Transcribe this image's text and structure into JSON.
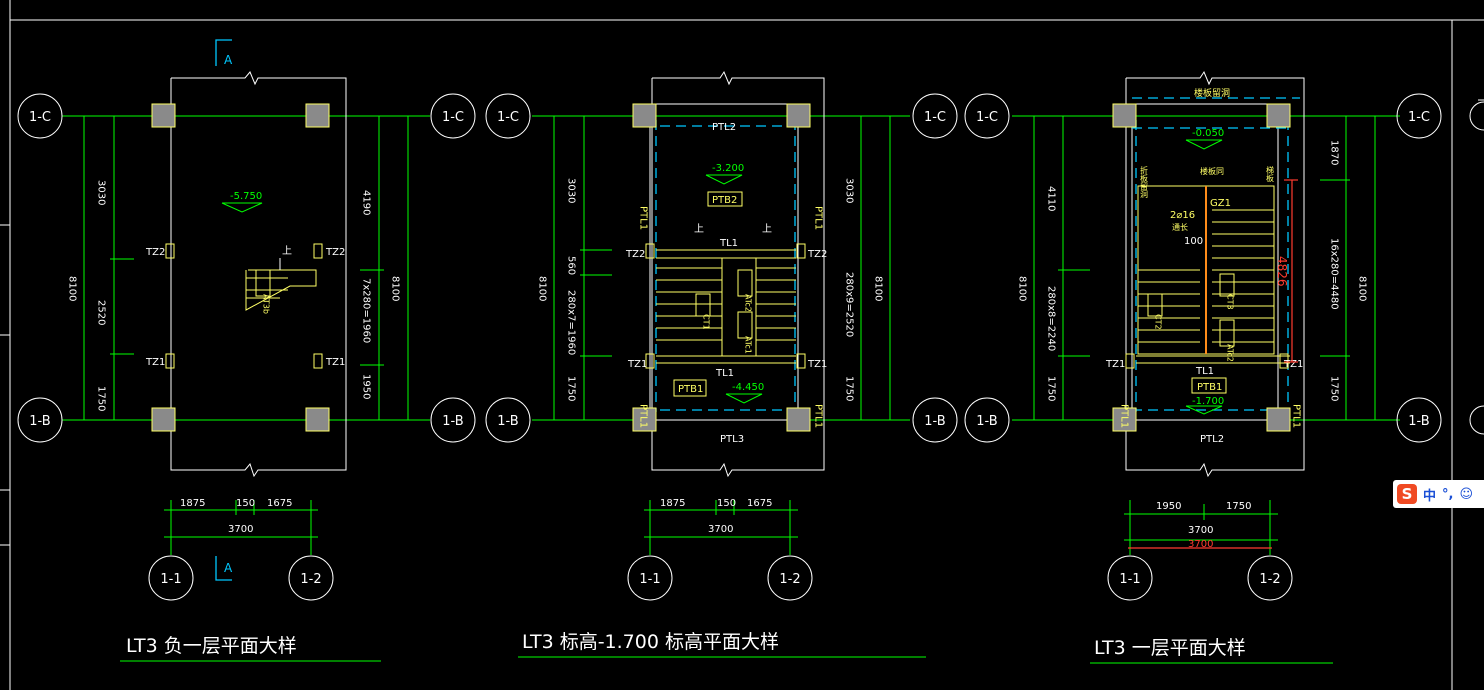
{
  "grid_labels": {
    "c": "1-C",
    "b": "1-B",
    "c1": "1-1",
    "c2": "1-2"
  },
  "section_mark": "A",
  "plan1": {
    "title": "LT3 负一层平面大样",
    "level": "-5.750",
    "stair_label": "AT3b",
    "up": "上",
    "tz2": "TZ2",
    "tz1": "TZ1",
    "dim_left": [
      "3030",
      "2520",
      "1750"
    ],
    "dim_total": "8100",
    "dim_right": [
      "4190",
      "7x280=1960",
      "1950"
    ],
    "dim_bottom": [
      "1875",
      "150",
      "1675"
    ],
    "dim_bottom_total": "3700"
  },
  "plan2": {
    "title": "LT3 标高-1.700 标高平面大样",
    "ptl2": "PTL2",
    "ptl1": "PTL1",
    "ptl3": "PTL3",
    "level_top": "-3.200",
    "ptb2": "PTB2",
    "tl1": "TL1",
    "up": "上",
    "tz2": "TZ2",
    "tz1": "TZ1",
    "ct1": "CT1",
    "atc2": "ATc2",
    "atc1": "ATc1",
    "ptb1": "PTB1",
    "level_bottom": "-4.450",
    "dim_left": [
      "3030",
      "560",
      "280x7=1960",
      "1750"
    ],
    "dim_total": "8100",
    "dim_right": [
      "3030",
      "280x9=2520",
      "1750"
    ],
    "dim_bottom": [
      "1875",
      "150",
      "1675"
    ],
    "dim_bottom_total": "3700"
  },
  "plan3": {
    "title": "LT3 一层平面大样",
    "level_top": "-0.050",
    "tag_top": "楼板留洞",
    "tag_side": "折板留洞",
    "tag_side2": "梯板",
    "tag_mid": "楼板同",
    "gz1": "GZ1",
    "rebar": "2⌀16",
    "rebar_note": "通长",
    "v100": "100",
    "ct2": "CT2",
    "ct3": "CT3",
    "atc2": "ATc2",
    "tz1": "TZ1",
    "tl1": "TL1",
    "ptb1": "PTB1",
    "level_bottom": "-1.700",
    "ptl1": "PTL1",
    "ptl2": "PTL2",
    "dim_red": "4826",
    "dim_left": [
      "4110",
      "280x8=2240",
      "1750"
    ],
    "dim_total": "8100",
    "dim_right": [
      "1870",
      "16x280=4480",
      "1750"
    ],
    "dim_bottom": [
      "1950",
      "1750"
    ],
    "dim_bottom_total": "3700",
    "dim_red_bottom": "3700"
  },
  "ime": {
    "logo": "S",
    "text": "中",
    "punct": "°,",
    "emoji": "☺"
  },
  "colors": {
    "dim": "#00ff00",
    "stair": "#ffff66",
    "wall": "#ffffff",
    "grid": "#ffffff",
    "column": "#808080",
    "dashed": "#00ffff",
    "red": "#ff3b30"
  }
}
